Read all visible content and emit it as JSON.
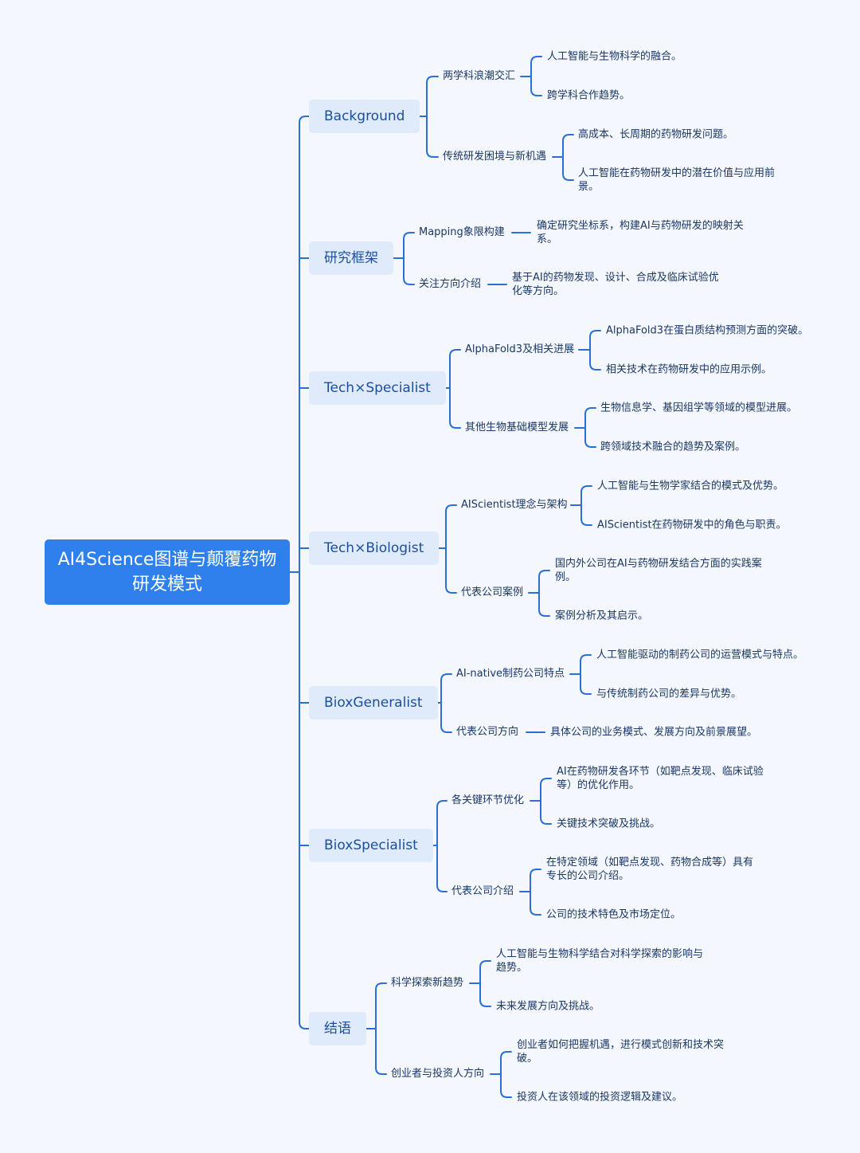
{
  "root": {
    "title": "AI4Science图谱与颠覆药物研发模式"
  },
  "branches": [
    {
      "title": "Background",
      "children": [
        {
          "title": "两学科浪潮交汇",
          "children": [
            "人工智能与生物科学的融合。",
            "跨学科合作趋势。"
          ]
        },
        {
          "title": "传统研发困境与新机遇",
          "children": [
            "高成本、长周期的药物研发问题。",
            "人工智能在药物研发中的潜在价值与应用前景。"
          ]
        }
      ]
    },
    {
      "title": "研究框架",
      "children": [
        {
          "title": "Mapping象限构建",
          "children": [
            "确定研究坐标系，构建AI与药物研发的映射关系。"
          ]
        },
        {
          "title": "关注方向介绍",
          "children": [
            "基于AI的药物发现、设计、合成及临床试验优化等方向。"
          ]
        }
      ]
    },
    {
      "title": "Tech×Specialist",
      "children": [
        {
          "title": "AlphaFold3及相关进展",
          "children": [
            "AlphaFold3在蛋白质结构预测方面的突破。",
            "相关技术在药物研发中的应用示例。"
          ]
        },
        {
          "title": "其他生物基础模型发展",
          "children": [
            "生物信息学、基因组学等领域的模型进展。",
            "跨领域技术融合的趋势及案例。"
          ]
        }
      ]
    },
    {
      "title": "Tech×Biologist",
      "children": [
        {
          "title": "AIScientist理念与架构",
          "children": [
            "人工智能与生物学家结合的模式及优势。",
            "AIScientist在药物研发中的角色与职责。"
          ]
        },
        {
          "title": "代表公司案例",
          "children": [
            "国内外公司在AI与药物研发结合方面的实践案例。",
            "案例分析及其启示。"
          ]
        }
      ]
    },
    {
      "title": "BioxGeneralist",
      "children": [
        {
          "title": "AI-native制药公司特点",
          "children": [
            "人工智能驱动的制药公司的运营模式与特点。",
            "与传统制药公司的差异与优势。"
          ]
        },
        {
          "title": "代表公司方向",
          "children": [
            "具体公司的业务模式、发展方向及前景展望。"
          ]
        }
      ]
    },
    {
      "title": "BioxSpecialist",
      "children": [
        {
          "title": "各关键环节优化",
          "children": [
            "AI在药物研发各环节（如靶点发现、临床试验等）的优化作用。",
            "关键技术突破及挑战。"
          ]
        },
        {
          "title": "代表公司介绍",
          "children": [
            "在特定领域（如靶点发现、药物合成等）具有专长的公司介绍。",
            "公司的技术特色及市场定位。"
          ]
        }
      ]
    },
    {
      "title": "结语",
      "children": [
        {
          "title": "科学探索新趋势",
          "children": [
            "人工智能与生物科学结合对科学探索的影响与趋势。",
            "未来发展方向及挑战。"
          ]
        },
        {
          "title": "创业者与投资人方向",
          "children": [
            "创业者如何把握机遇，进行模式创新和技术突破。",
            "投资人在该领域的投资逻辑及建议。"
          ]
        }
      ]
    }
  ]
}
